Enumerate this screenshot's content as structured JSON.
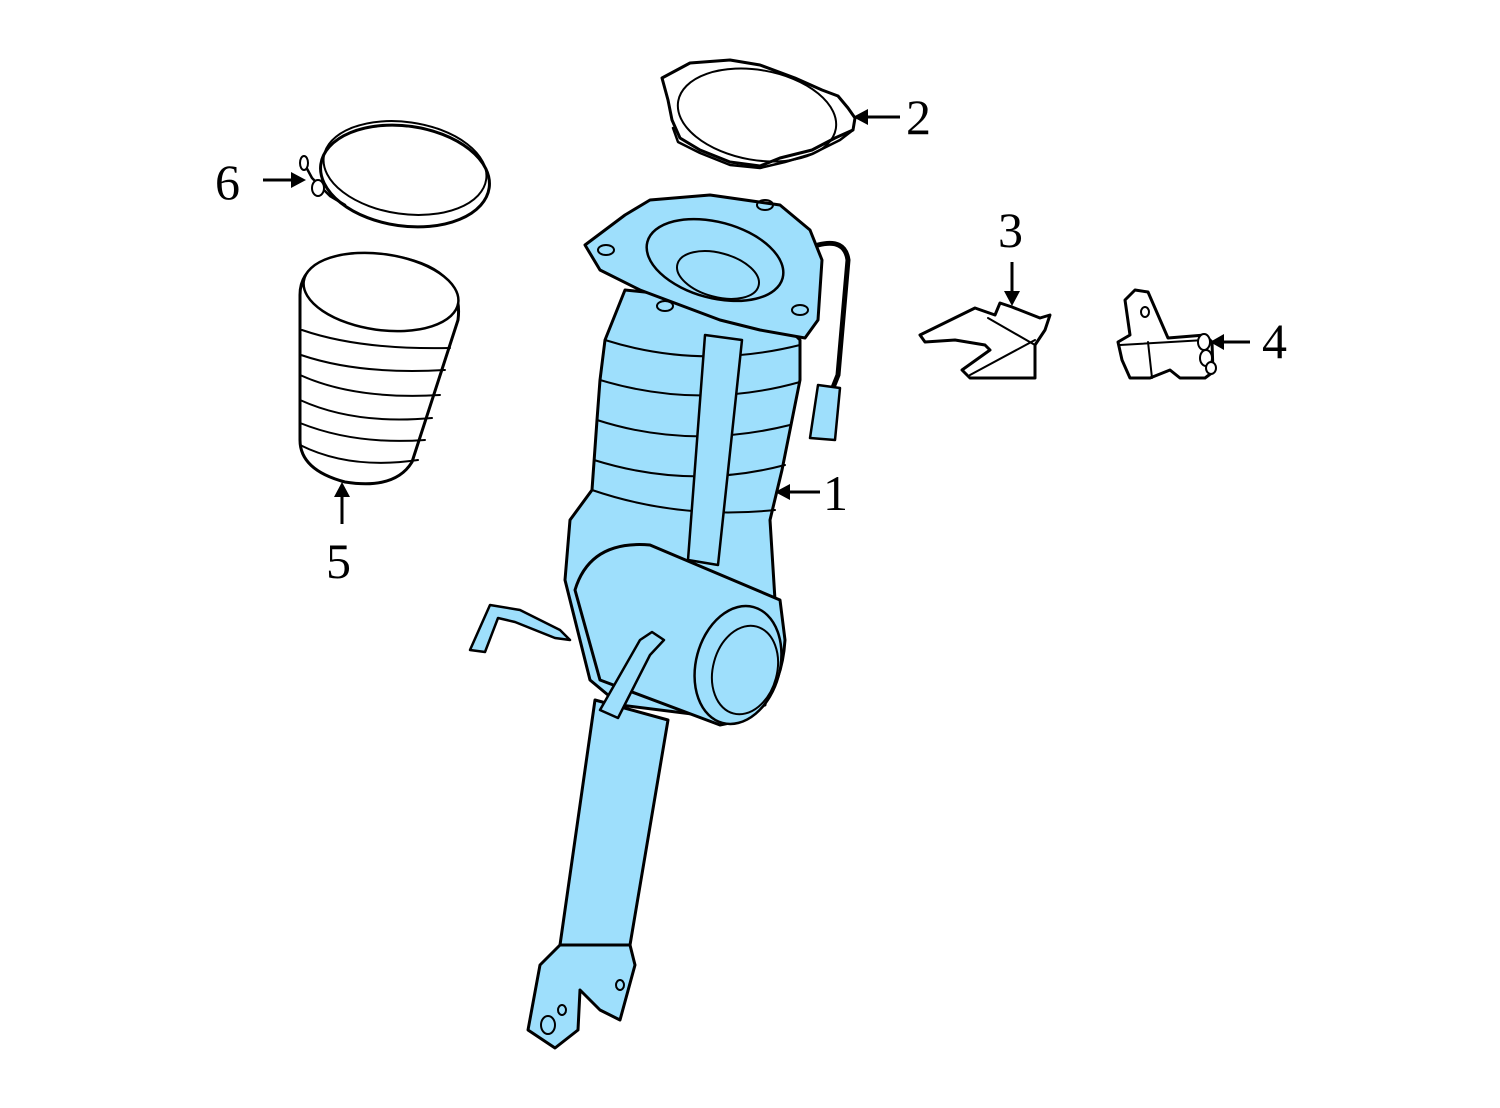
{
  "diagram": {
    "type": "exploded-parts-diagram",
    "subject": "air suspension strut assembly",
    "highlight_color": "#9edffc",
    "line_color": "#000000",
    "background_color": "#ffffff",
    "callouts": [
      {
        "number": "1",
        "part": "strut-assembly",
        "highlighted": true
      },
      {
        "number": "2",
        "part": "upper-mount-plate",
        "highlighted": false
      },
      {
        "number": "3",
        "part": "bracket",
        "highlighted": false
      },
      {
        "number": "4",
        "part": "bracket",
        "highlighted": false
      },
      {
        "number": "5",
        "part": "dust-boot",
        "highlighted": false
      },
      {
        "number": "6",
        "part": "clamp-ring",
        "highlighted": false
      }
    ]
  }
}
